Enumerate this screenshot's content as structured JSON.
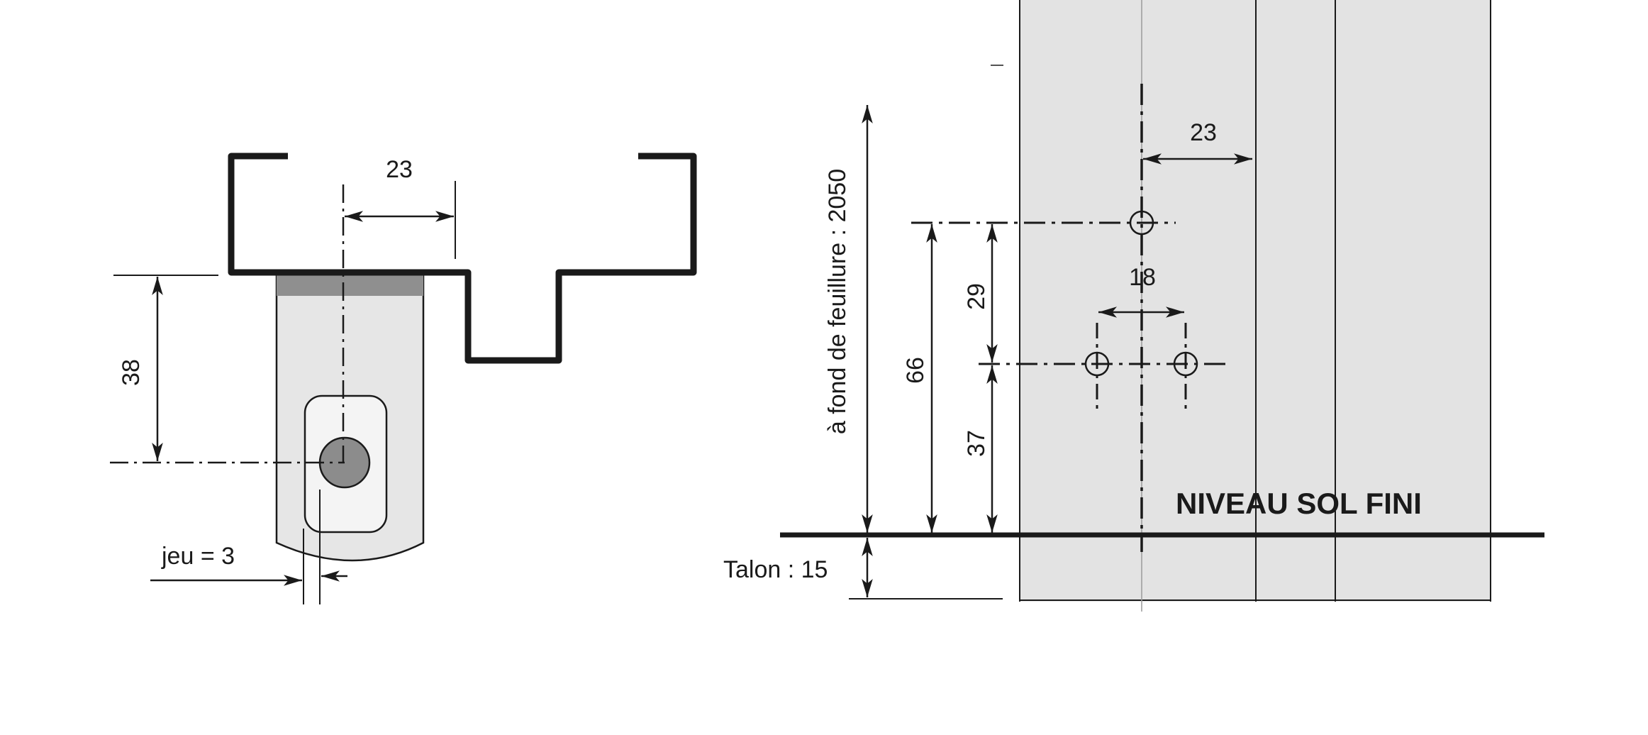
{
  "left_view": {
    "dim_top": "23",
    "dim_height": "38",
    "dim_play": "jeu = 3"
  },
  "right_view": {
    "dim_top": "23",
    "dim_holes_spacing": "18",
    "dim_29": "29",
    "dim_66": "66",
    "dim_37": "37",
    "dim_rebate": "à fond de feuillure : 2050",
    "dim_heel": "Talon : 15",
    "floor_label": "NIVEAU SOL FINI"
  },
  "colors": {
    "line": "#1a1a1a",
    "panel_fill": "#e3e3e3",
    "plate_fill": "#e6e6e6",
    "pin_fill": "#8c8c8c",
    "band_fill": "#8f8f8f"
  }
}
